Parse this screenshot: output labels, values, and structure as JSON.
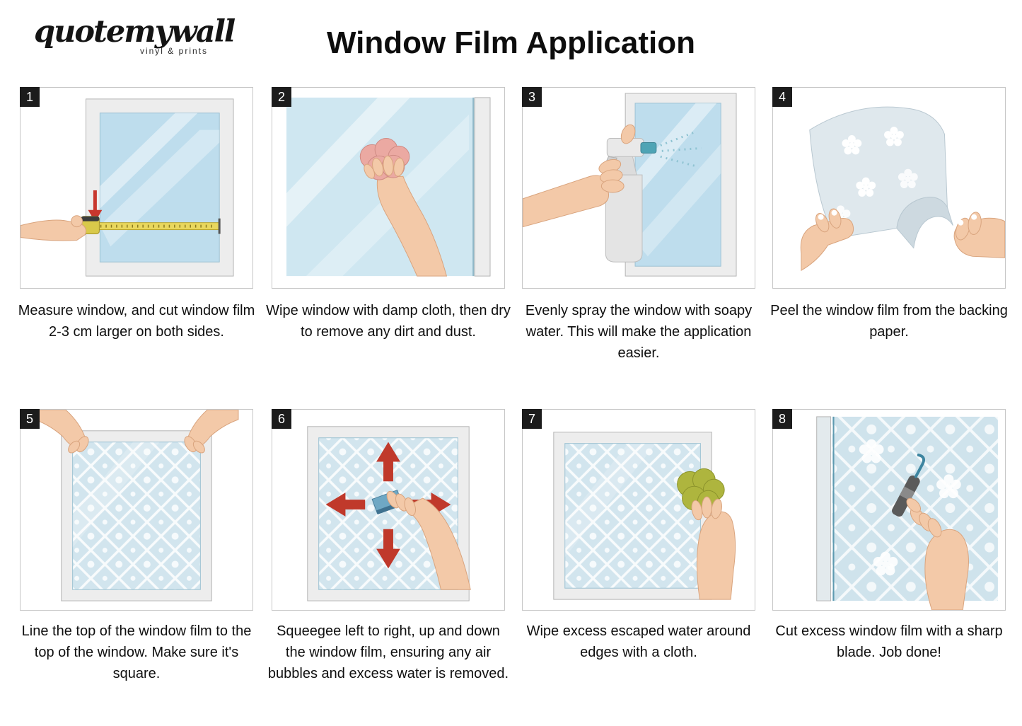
{
  "logo": {
    "wordmark": "quotemywall",
    "tagline": "vinyl & prints"
  },
  "header": {
    "title": "Window Film Application"
  },
  "colors": {
    "glass": "#bedded",
    "film_pattern": "#d2e5ee",
    "accent_red": "#c0392b",
    "tape_yellow": "#e9d75e",
    "cloth_pink": "#eba9a2",
    "cloth_olive": "#aeb53e",
    "squeegee_blue": "#6fa8c4",
    "badge_black": "#1c1c1c"
  },
  "steps": [
    {
      "number": "1",
      "caption": "Measure window, and cut window film 2-3 cm larger on both sides."
    },
    {
      "number": "2",
      "caption": "Wipe window with damp cloth, then dry to remove any dirt and dust."
    },
    {
      "number": "3",
      "caption": "Evenly spray the window with soapy water. This will make the application easier."
    },
    {
      "number": "4",
      "caption": "Peel the window film from the backing paper."
    },
    {
      "number": "5",
      "caption": "Line the top of the window film to the top of the window.  Make sure it's square."
    },
    {
      "number": "6",
      "caption": "Squeegee left to right,  up and down the window film, ensuring any air bubbles and excess water is removed."
    },
    {
      "number": "7",
      "caption": "Wipe excess escaped water around edges with a cloth."
    },
    {
      "number": "8",
      "caption": "Cut excess window film with a sharp blade. Job done!"
    }
  ]
}
